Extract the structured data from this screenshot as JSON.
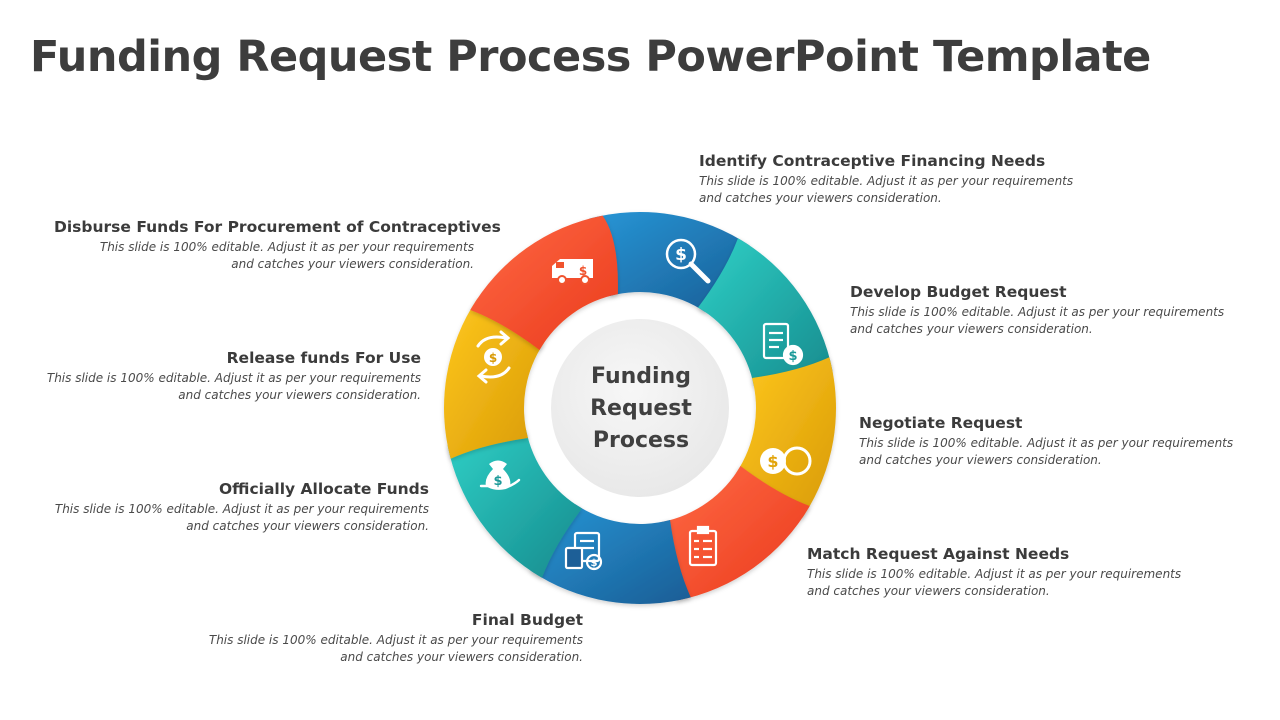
{
  "title": "Funding Request Process PowerPoint Template",
  "center_label": "Funding\nRequest\nProcess",
  "steps": [
    {
      "heading": "Identify Contraceptive Financing Needs",
      "desc": "This slide is 100% editable. Adjust it as per your requirements and catches your viewers consideration.",
      "color": "#1f6fb0",
      "icon": "dollar-search-icon"
    },
    {
      "heading": "Develop Budget Request",
      "desc": "This slide is 100% editable. Adjust it as per your requirements and catches your viewers consideration.",
      "color": "#1ea9a6",
      "icon": "budget-document-icon"
    },
    {
      "heading": "Negotiate Request",
      "desc": "This slide is 100% editable. Adjust it as per your requirements and catches your viewers consideration.",
      "color": "#f0b10c",
      "icon": "negotiation-chat-icon"
    },
    {
      "heading": "Match Request Against Needs",
      "desc": "This slide is 100% editable. Adjust it as per your requirements and catches your viewers consideration.",
      "color": "#f2522e",
      "icon": "checklist-icon"
    },
    {
      "heading": "Final Budget",
      "desc": "This slide is 100% editable. Adjust it as per your requirements and catches your viewers consideration.",
      "color": "#1f6fb0",
      "icon": "calculator-invoice-icon"
    },
    {
      "heading": "Officially Allocate Funds",
      "desc": "This slide is 100% editable. Adjust it as per your requirements and catches your viewers consideration.",
      "color": "#1ea9a6",
      "icon": "money-bag-hand-icon"
    },
    {
      "heading": "Release funds For Use",
      "desc": "This slide is 100% editable. Adjust it as per your requirements and catches your viewers consideration.",
      "color": "#f0b10c",
      "icon": "money-exchange-icon"
    },
    {
      "heading": "Disburse Funds For Procurement of Contraceptives",
      "desc": "This slide is 100% editable. Adjust it as per your requirements and catches your viewers consideration.",
      "color": "#f2522e",
      "icon": "delivery-van-icon"
    }
  ]
}
